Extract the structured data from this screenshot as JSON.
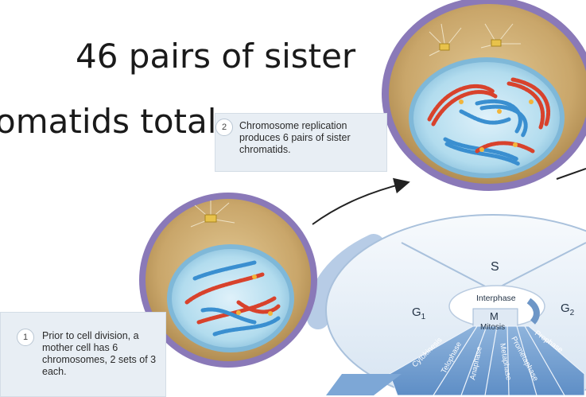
{
  "title": {
    "line1": "46 pairs of sister",
    "line2": "omatids total"
  },
  "callouts": {
    "step1": {
      "number": "1",
      "text": "Prior to cell division, a mother cell has 6 chromosomes, 2 sets of 3 each."
    },
    "step2": {
      "number": "2",
      "text": "Chromosome replication produces 6 pairs of sister chromatids."
    }
  },
  "cycle": {
    "s": "S",
    "g1": "G",
    "g1_sub": "1",
    "g2": "G",
    "g2_sub": "2",
    "interphase": "Interphase",
    "m": "M",
    "mitosis": "Mitosis",
    "phases": [
      "Cytokinesis",
      "Telophase",
      "Anaphase",
      "Metaphase",
      "Prometaphase",
      "Prophase"
    ]
  },
  "colors": {
    "chromosome_red": "#d8422c",
    "chromosome_blue": "#3a8fd0",
    "nucleus": "#a9d5ea",
    "cytoplasm": "#c7a269",
    "membrane": "#8a79b8"
  }
}
